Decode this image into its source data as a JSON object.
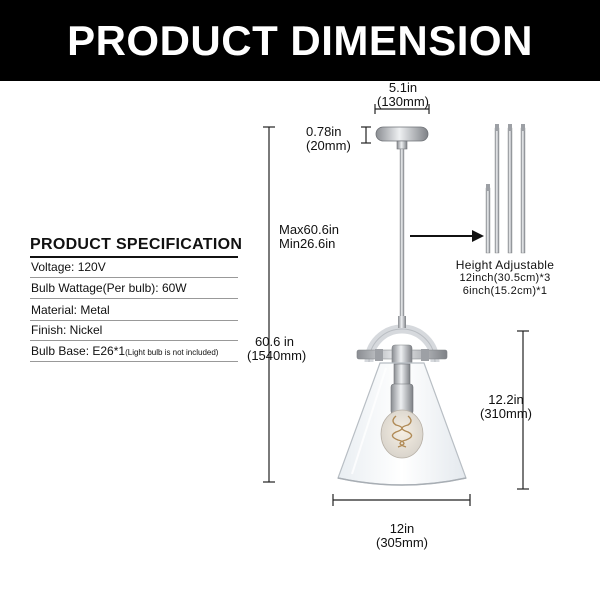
{
  "banner": {
    "title": "PRODUCT DIMENSION"
  },
  "spec": {
    "title": "PRODUCT SPECIFICATION",
    "voltage": "Voltage: 120V",
    "wattage": "Bulb Wattage(Per bulb): 60W",
    "material": "Material: Metal",
    "finish": "Finish: Nickel",
    "bulb_base": "Bulb Base: E26*1",
    "bulb_note": "(Light bulb is not included)"
  },
  "dimensions": {
    "canopy_width_in": "5.1in",
    "canopy_width_mm": "(130mm)",
    "canopy_height_in": "0.78in",
    "canopy_height_mm": "(20mm)",
    "adjust_max": "Max60.6in",
    "adjust_min": "Min26.6in",
    "overall_height_in": "60.6 in",
    "overall_height_mm": "(1540mm)",
    "shade_height_in": "12.2in",
    "shade_height_mm": "(310mm)",
    "shade_width_in": "12in",
    "shade_width_mm": "(305mm)"
  },
  "rods": {
    "title": "Height Adjustable",
    "line1": "12inch(30.5cm)*3",
    "line2": "6inch(15.2cm)*1"
  }
}
